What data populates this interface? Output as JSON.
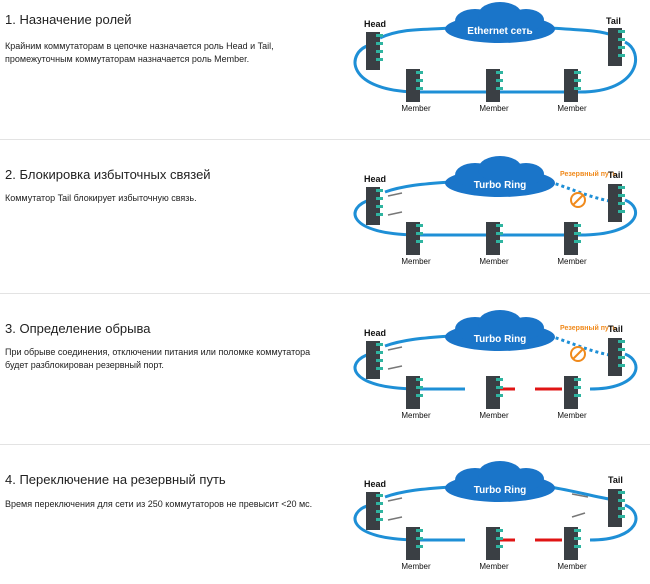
{
  "sections": [
    {
      "title": "1. Назначение ролей",
      "description": "Крайним коммутаторам в цепочке назначается роль Head и Tail, промежуточным коммутаторам назначается роль Member.",
      "cloud_label": "Ethernet сеть",
      "head_label": "Head",
      "tail_label": "Tail",
      "member_labels": [
        "Member",
        "Member",
        "Member"
      ],
      "backup_label": ""
    },
    {
      "title": "2. Блокировка избыточных связей",
      "description": "Коммутатор Tail блокирует избыточную связь.",
      "cloud_label": "Turbo Ring",
      "head_label": "Head",
      "tail_label": "Tail",
      "member_labels": [
        "Member",
        "Member",
        "Member"
      ],
      "backup_label": "Резервный путь"
    },
    {
      "title": "3. Определение обрыва",
      "description": "При обрыве соединения, отключении питания или поломке коммутатора будет разблокирован резервный порт.",
      "cloud_label": "Turbo Ring",
      "head_label": "Head",
      "tail_label": "Tail",
      "member_labels": [
        "Member",
        "Member",
        "Member"
      ],
      "backup_label": "Резервный путь"
    },
    {
      "title": "4. Переключение на резервный путь",
      "description": "Время переключения для сети из 250 коммутаторов не превысит <20 мс.",
      "cloud_label": "Turbo Ring",
      "head_label": "Head",
      "tail_label": "Tail",
      "member_labels": [
        "Member",
        "Member",
        "Member"
      ],
      "backup_label": ""
    }
  ],
  "colors": {
    "ring": "#1e8fd6",
    "cloud": "#1a75c9",
    "backup": "#f08a1c",
    "break": "#e01414",
    "switch_body": "#3a3f44",
    "switch_port": "#2fb4a0"
  }
}
